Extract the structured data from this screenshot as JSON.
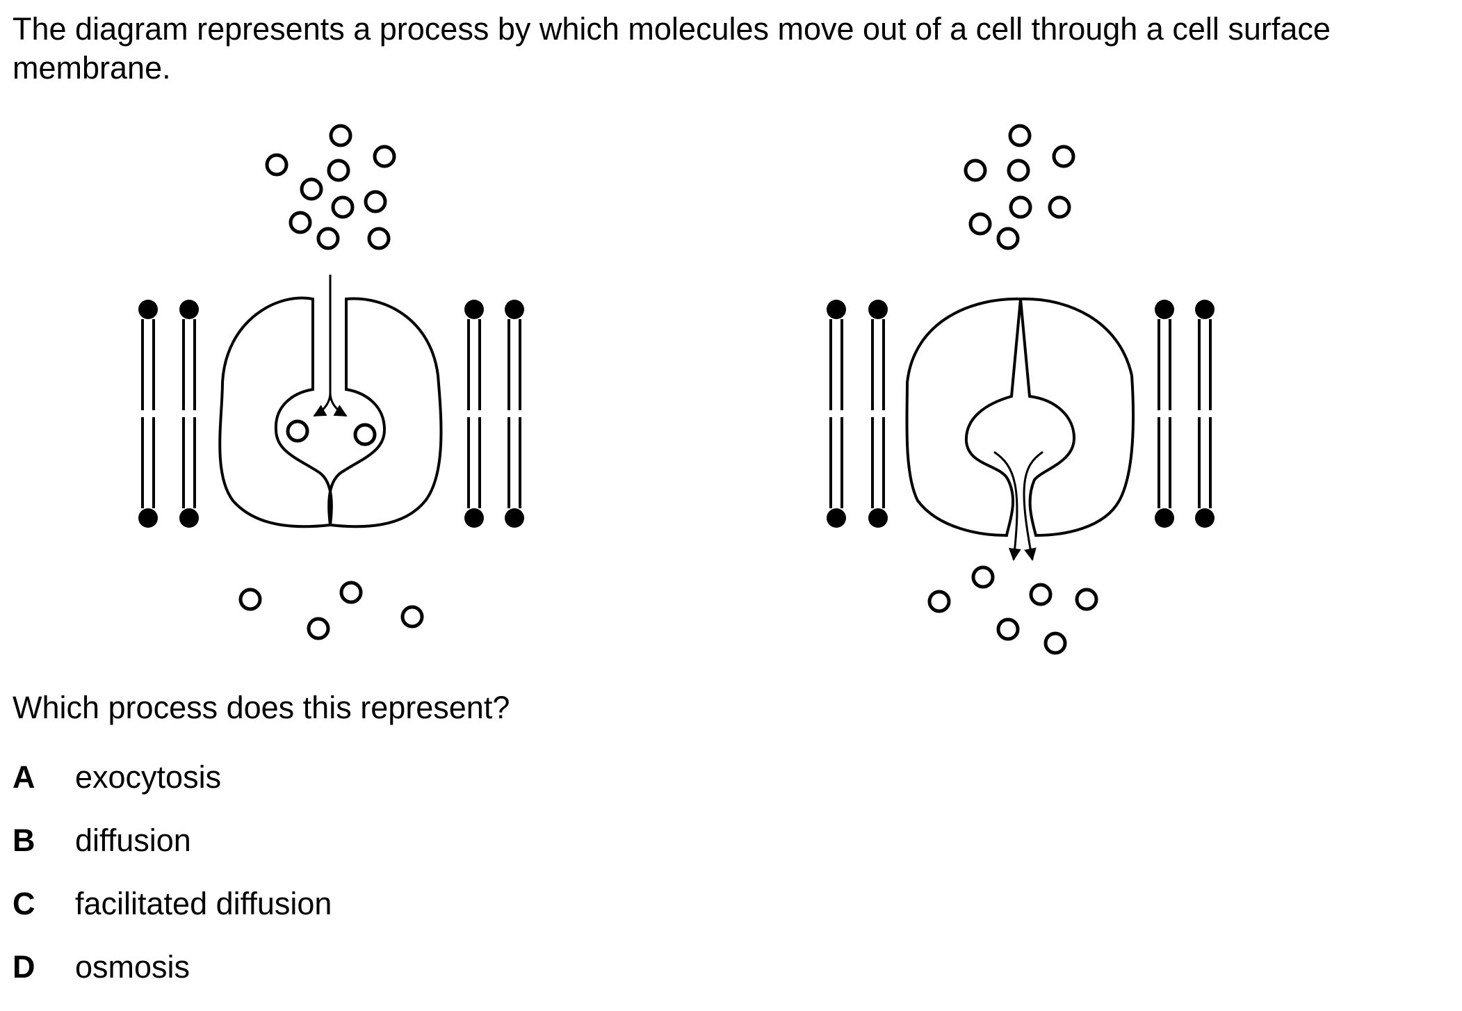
{
  "question": {
    "intro": "The diagram represents a process by which molecules move out of a cell through a cell surface membrane.",
    "prompt": "Which process does this represent?",
    "options": [
      {
        "letter": "A",
        "text": "exocytosis"
      },
      {
        "letter": "B",
        "text": "diffusion"
      },
      {
        "letter": "C",
        "text": "facilitated diffusion"
      },
      {
        "letter": "D",
        "text": "osmosis"
      }
    ]
  },
  "diagram": {
    "panels": [
      "channel-closed",
      "channel-open"
    ],
    "colors": {
      "stroke": "#000000",
      "background": "#ffffff"
    }
  }
}
